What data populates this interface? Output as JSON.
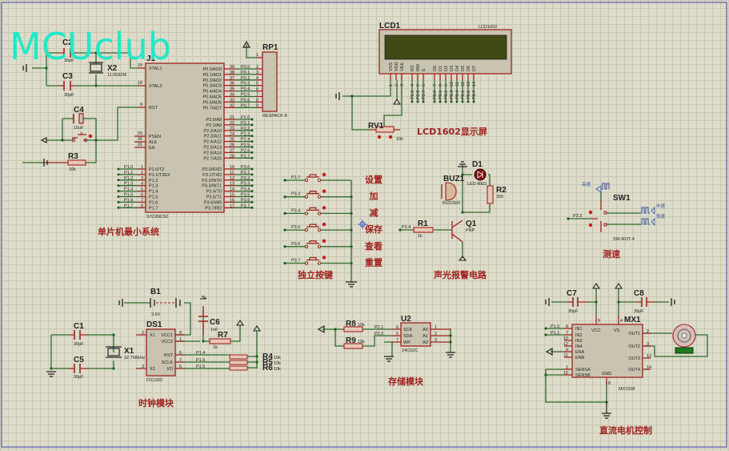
{
  "watermark": "MCUclub",
  "sections": {
    "mcu": "单片机最小系统",
    "lcd": "LCD1602显示屏",
    "keys": "独立按键",
    "alarm": "声光报警电路",
    "speed": "测速",
    "clock": "时钟模块",
    "storage": "存储模块",
    "motor": "直流电机控制"
  },
  "key_labels": [
    "设置",
    "加",
    "减",
    "保存",
    "查看",
    "重置"
  ],
  "key_nets": [
    "P1.7",
    "P3.3",
    "P3.4",
    "P3.5",
    "P3.6",
    "P3.7"
  ],
  "mcu": {
    "ref": "J1",
    "part": "STC89C52",
    "left_pins": [
      {
        "num": "19",
        "name": "XTAL1"
      },
      {
        "num": "18",
        "name": "XTAL2"
      },
      {
        "num": "9",
        "name": "RST"
      },
      {
        "num": "29",
        "name": "PSEN"
      },
      {
        "num": "30",
        "name": "ALE"
      },
      {
        "num": "31",
        "name": "EA"
      }
    ],
    "p1_pins": [
      {
        "num": "1",
        "name": "P1.0/T2",
        "net": "P1.0"
      },
      {
        "num": "2",
        "name": "P1.1/T2EX",
        "net": "P1.1"
      },
      {
        "num": "3",
        "name": "P1.2",
        "net": "P1.2"
      },
      {
        "num": "4",
        "name": "P1.3",
        "net": "P1.3"
      },
      {
        "num": "5",
        "name": "P1.4",
        "net": "P1.4"
      },
      {
        "num": "6",
        "name": "P1.5",
        "net": "P1.5"
      },
      {
        "num": "7",
        "name": "P1.6",
        "net": "P1.6"
      },
      {
        "num": "8",
        "name": "P1.7",
        "net": "P1.7"
      }
    ],
    "p0_pins": [
      {
        "num": "39",
        "name": "P0.0/AD0",
        "net": "P0.0",
        "rp": "2"
      },
      {
        "num": "38",
        "name": "P0.1/AD1",
        "net": "P0.1",
        "rp": "3"
      },
      {
        "num": "37",
        "name": "P0.2/AD2",
        "net": "P0.2",
        "rp": "4"
      },
      {
        "num": "36",
        "name": "P0.3/AD3",
        "net": "P0.3",
        "rp": "5"
      },
      {
        "num": "35",
        "name": "P0.4/AD4",
        "net": "P0.4",
        "rp": "6"
      },
      {
        "num": "34",
        "name": "P0.5/AD5",
        "net": "P0.5",
        "rp": "7"
      },
      {
        "num": "33",
        "name": "P0.6/AD6",
        "net": "P0.6",
        "rp": "8"
      },
      {
        "num": "32",
        "name": "P0.7/AD7",
        "net": "P0.7",
        "rp": "9"
      }
    ],
    "p2_pins": [
      {
        "num": "21",
        "name": "P2.0/A8",
        "net": "P2.0"
      },
      {
        "num": "22",
        "name": "P2.1/A9",
        "net": "P2.1"
      },
      {
        "num": "23",
        "name": "P2.2/A10",
        "net": "P2.2"
      },
      {
        "num": "24",
        "name": "P2.3/A11",
        "net": "P2.3"
      },
      {
        "num": "25",
        "name": "P2.4/A12",
        "net": "P2.4"
      },
      {
        "num": "26",
        "name": "P2.5/A13",
        "net": "P2.5"
      },
      {
        "num": "27",
        "name": "P2.6/A14",
        "net": "P2.6"
      },
      {
        "num": "28",
        "name": "P2.7/A15",
        "net": "P2.7"
      }
    ],
    "p3_pins": [
      {
        "num": "10",
        "name": "P3.0/RXD",
        "net": "P3.0"
      },
      {
        "num": "11",
        "name": "P3.1/TXD",
        "net": "P3.1"
      },
      {
        "num": "12",
        "name": "P3.2/INT0",
        "net": "P3.2"
      },
      {
        "num": "13",
        "name": "P3.3/INT1",
        "net": "P3.3"
      },
      {
        "num": "14",
        "name": "P3.4/T0",
        "net": "P3.4"
      },
      {
        "num": "15",
        "name": "P3.5/T1",
        "net": "P3.5"
      },
      {
        "num": "16",
        "name": "P3.6/WR",
        "net": "P3.6"
      },
      {
        "num": "17",
        "name": "P3.7/RD",
        "net": "P3.7"
      }
    ]
  },
  "components": {
    "c2": {
      "ref": "C2",
      "val": "30pF"
    },
    "c3": {
      "ref": "C3",
      "val": "30pF"
    },
    "x2": {
      "ref": "X2",
      "val": "11.0592M"
    },
    "c4": {
      "ref": "C4",
      "val": "10uF"
    },
    "r3": {
      "ref": "R3",
      "val": "10k"
    },
    "rp1": {
      "ref": "RP1",
      "val": "RESPACK-8",
      "pin1": "1"
    },
    "lcd1": {
      "ref": "LCD1",
      "val": "LCD1602"
    },
    "rv1": {
      "ref": "RV1",
      "val": "10k"
    },
    "buz1": {
      "ref": "BUZ1",
      "val": "BUZZER"
    },
    "d1": {
      "ref": "D1",
      "val": "LED-RED"
    },
    "r2": {
      "ref": "R2",
      "val": "300"
    },
    "r1": {
      "ref": "R1",
      "val": "1k",
      "net": "P2.4"
    },
    "q1": {
      "ref": "Q1",
      "val": "PNP"
    },
    "sw1": {
      "ref": "SW1",
      "val": "SW-ROT-4",
      "net": "P3.2",
      "gen_hi": "高速",
      "gen_mid": "中速",
      "gen_lo": "低速"
    },
    "b1": {
      "ref": "B1",
      "val": "3.6V"
    },
    "c6": {
      "ref": "C6",
      "val": "1nF"
    },
    "r7": {
      "ref": "R7",
      "val": "1k"
    },
    "c1": {
      "ref": "C1",
      "val": "30pF"
    },
    "c5": {
      "ref": "C5",
      "val": "30pF"
    },
    "x1": {
      "ref": "X1",
      "val": "32.768kHz"
    },
    "ds1": {
      "ref": "DS1",
      "val": "DS1302"
    },
    "r4": {
      "ref": "R4",
      "val": "10k"
    },
    "r5": {
      "ref": "R5",
      "val": "10k"
    },
    "r6": {
      "ref": "R6",
      "val": "10k"
    },
    "r8": {
      "ref": "R8",
      "val": "10k"
    },
    "r9": {
      "ref": "R9",
      "val": "10k"
    },
    "u2": {
      "ref": "U2",
      "val": "24C02C"
    },
    "c7": {
      "ref": "C7",
      "val": "30pF"
    },
    "c8": {
      "ref": "C8",
      "val": "30pF"
    },
    "mx1": {
      "ref": "MX1",
      "val": "MX1508"
    }
  },
  "lcd_pins": {
    "names": [
      "VSS",
      "VDD",
      "VEE",
      "RS",
      "RW",
      "E",
      "D0",
      "D1",
      "D2",
      "D3",
      "D4",
      "D5",
      "D6",
      "D7"
    ],
    "nums": [
      "1",
      "2",
      "3",
      "4",
      "5",
      "6",
      "7",
      "8",
      "9",
      "10",
      "11",
      "12",
      "13",
      "14"
    ],
    "nets": [
      "",
      "",
      "",
      "P2.5",
      "P2.6",
      "P2.7",
      "P0.0",
      "P0.1",
      "P0.2",
      "P0.3",
      "P0.4",
      "P0.5",
      "P0.6",
      "P0.7"
    ]
  },
  "ds1302": {
    "left": [
      {
        "num": "2",
        "name": "X1"
      },
      {
        "num": "3",
        "name": "X2"
      }
    ],
    "right": [
      {
        "num": "8",
        "name": "VCC1"
      },
      {
        "num": "1",
        "name": "VCC2"
      },
      {
        "num": "5",
        "name": "RST",
        "net": "P1.4"
      },
      {
        "num": "7",
        "name": "SCLK",
        "net": "P1.6"
      },
      {
        "num": "6",
        "name": "I/O",
        "net": "P1.5"
      }
    ]
  },
  "u2_pins": {
    "left": [
      {
        "num": "6",
        "name": "SCK",
        "net": "P2.1"
      },
      {
        "num": "5",
        "name": "SDA",
        "net": "P2.0"
      },
      {
        "num": "7",
        "name": "WP",
        "net": ""
      }
    ],
    "right": [
      {
        "num": "1",
        "name": "A0"
      },
      {
        "num": "2",
        "name": "A1"
      },
      {
        "num": "3",
        "name": "A2"
      }
    ]
  },
  "mx_pins": {
    "left": [
      {
        "num": "6",
        "name": "IN1",
        "net": "P1.0"
      },
      {
        "num": "7",
        "name": "IN2",
        "net": "P1.1"
      },
      {
        "num": "10",
        "name": "IN3",
        "net": ""
      },
      {
        "num": "12",
        "name": "IN4",
        "net": ""
      },
      {
        "num": "6",
        "name": "ENA",
        "net": ""
      },
      {
        "num": "11",
        "name": "ENB",
        "net": ""
      },
      {
        "num": "1",
        "name": "SENSA",
        "net": ""
      },
      {
        "num": "15",
        "name": "SENSB",
        "net": ""
      }
    ],
    "right": [
      {
        "num": "2",
        "name": "OUT1"
      },
      {
        "num": "3",
        "name": "OUT2"
      },
      {
        "num": "13",
        "name": "OUT3"
      },
      {
        "num": "14",
        "name": "OUT4"
      }
    ],
    "top": [
      {
        "num": "9",
        "name": "VCC"
      },
      {
        "num": "4",
        "name": "VS"
      }
    ],
    "bottom": [
      {
        "num": "8",
        "name": "GND"
      }
    ]
  }
}
